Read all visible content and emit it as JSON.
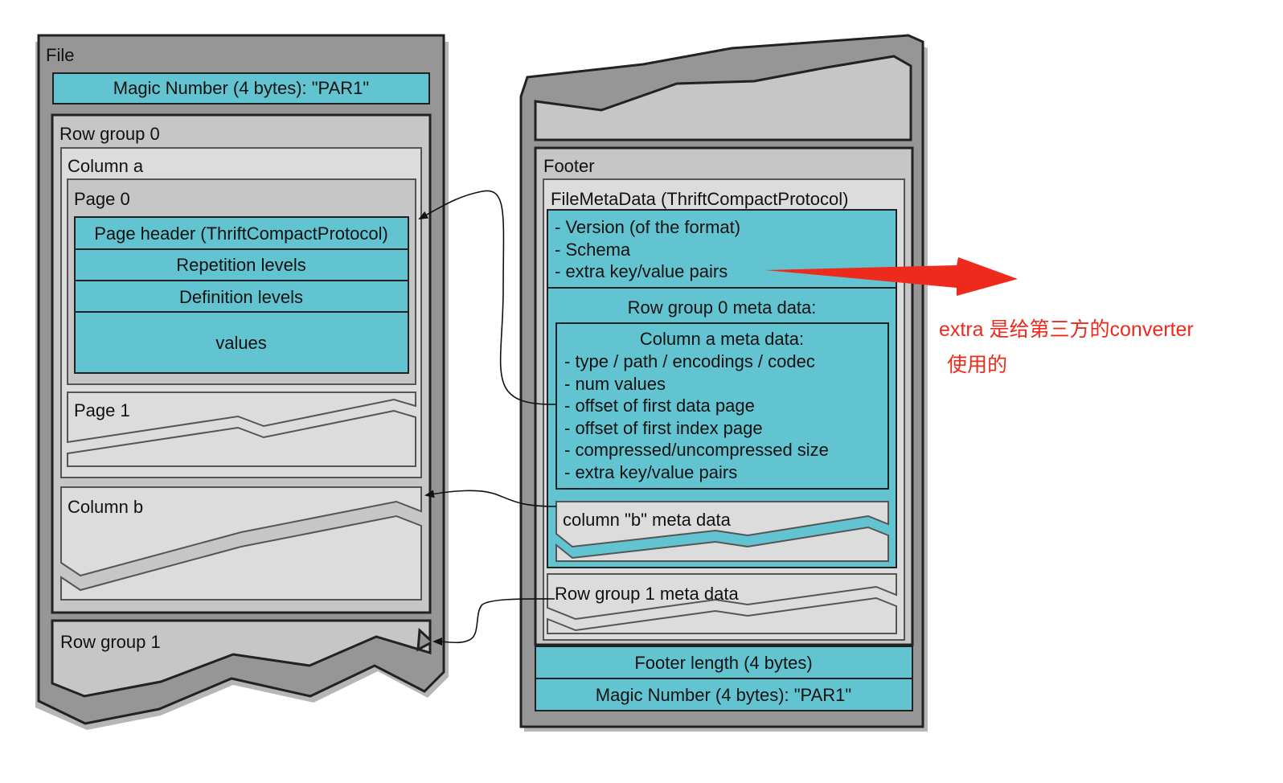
{
  "left": {
    "file_label": "File",
    "magic_top": "Magic Number (4 bytes): \"PAR1\"",
    "row_group_0": "Row group 0",
    "column_a": "Column a",
    "page_0": "Page 0",
    "page_header": "Page header (ThriftCompactProtocol)",
    "repetition_levels": "Repetition levels",
    "definition_levels": "Definition levels",
    "values": "values",
    "page_1": "Page 1",
    "column_b": "Column b",
    "row_group_1": "Row group 1"
  },
  "right": {
    "footer_label": "Footer",
    "file_meta_data": "FileMetaData (ThriftCompactProtocol)",
    "meta_lines": [
      "- Version (of the format)",
      "- Schema",
      "- extra key/value pairs"
    ],
    "row_group_0_meta": "Row group 0 meta data:",
    "column_a_meta_title": "Column a meta data:",
    "column_a_meta_lines": [
      "- type / path / encodings /  codec",
      "- num values",
      "- offset of first data page",
      "- offset of first index page",
      "- compressed/uncompressed size",
      "- extra key/value pairs"
    ],
    "column_b_meta": "column \"b\" meta data",
    "row_group_1_meta": "Row group 1 meta data",
    "footer_length": "Footer length (4 bytes)",
    "magic_bottom": "Magic Number (4 bytes): \"PAR1\""
  },
  "annotation": {
    "line1": "extra 是给第三方的converter",
    "line2": "使用的"
  },
  "colors": {
    "teal": "#62c4d1",
    "outer_gray": "#969696",
    "inner_gray": "#c6c6c6",
    "light_gray": "#dcdcdc",
    "arrow_red": "#ee2a1d"
  }
}
